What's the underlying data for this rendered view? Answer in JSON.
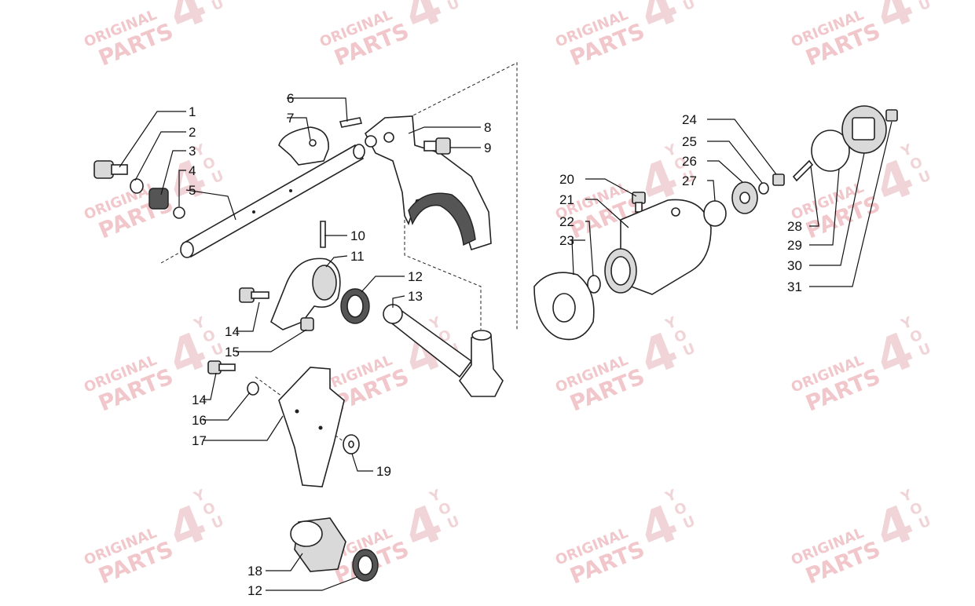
{
  "watermark": {
    "line1": "ORIGINAL",
    "line2": "PARTS",
    "digit": "4",
    "you": [
      "Y",
      "O",
      "U"
    ]
  },
  "labels": [
    "1",
    "2",
    "3",
    "4",
    "5",
    "6",
    "7",
    "8",
    "9",
    "10",
    "11",
    "12",
    "13",
    "14",
    "15",
    "14",
    "16",
    "17",
    "19",
    "18",
    "12",
    "20",
    "21",
    "22",
    "23",
    "24",
    "25",
    "26",
    "27",
    "28",
    "29",
    "30",
    "31"
  ]
}
